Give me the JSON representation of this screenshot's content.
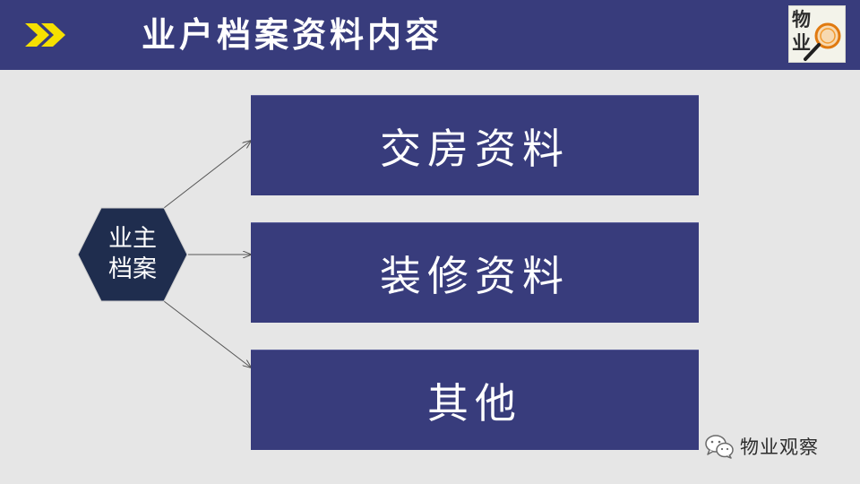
{
  "header": {
    "title": "业户档案资料内容",
    "logo": {
      "line1": "物",
      "line2": "业"
    }
  },
  "center_node": {
    "line1": "业主",
    "line2": "档案"
  },
  "boxes": [
    {
      "label": "交房资料"
    },
    {
      "label": "装修资料"
    },
    {
      "label": "其他"
    }
  ],
  "watermark": {
    "text": "物业观察",
    "icon": "wechat-icon"
  },
  "colors": {
    "header_bg": "#383c7c",
    "box_bg": "#383c7c",
    "hex_bg": "#1f2d4e",
    "page_bg": "#e6e6e6",
    "chevron": "#f5e000"
  }
}
